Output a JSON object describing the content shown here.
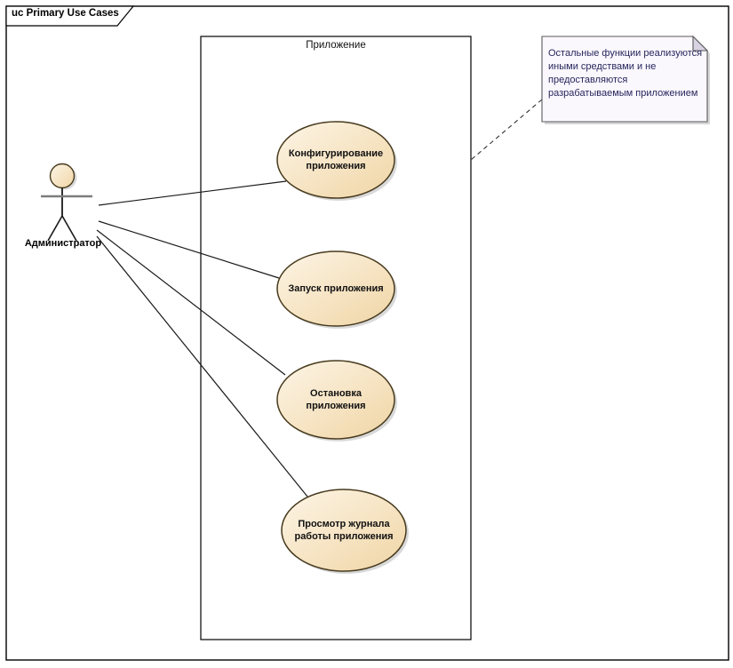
{
  "frame": {
    "title": "uc Primary Use Cases"
  },
  "system_boundary": {
    "label": "Приложение"
  },
  "actor": {
    "label": "Администратор"
  },
  "use_cases": [
    {
      "label": "Конфигурирование\nприложения"
    },
    {
      "label": "Запуск приложения"
    },
    {
      "label": "Остановка\nприложения"
    },
    {
      "label": "Просмотр журнала\nработы приложения"
    }
  ],
  "note": {
    "lines": [
      "Остальные функции реализуются",
      "иными средствами и не",
      "предоставляются",
      "разрабатываемым приложением"
    ]
  },
  "colors": {
    "use_case_fill_light": "#fdf5e6",
    "use_case_fill_dark": "#f0d5a5",
    "use_case_border": "#473a1d",
    "note_fill": "#faf7fd",
    "note_fold": "#d8d2e2",
    "note_text": "#26265c",
    "shadow": "#c4c4c4",
    "line": "#1a1a1a"
  }
}
